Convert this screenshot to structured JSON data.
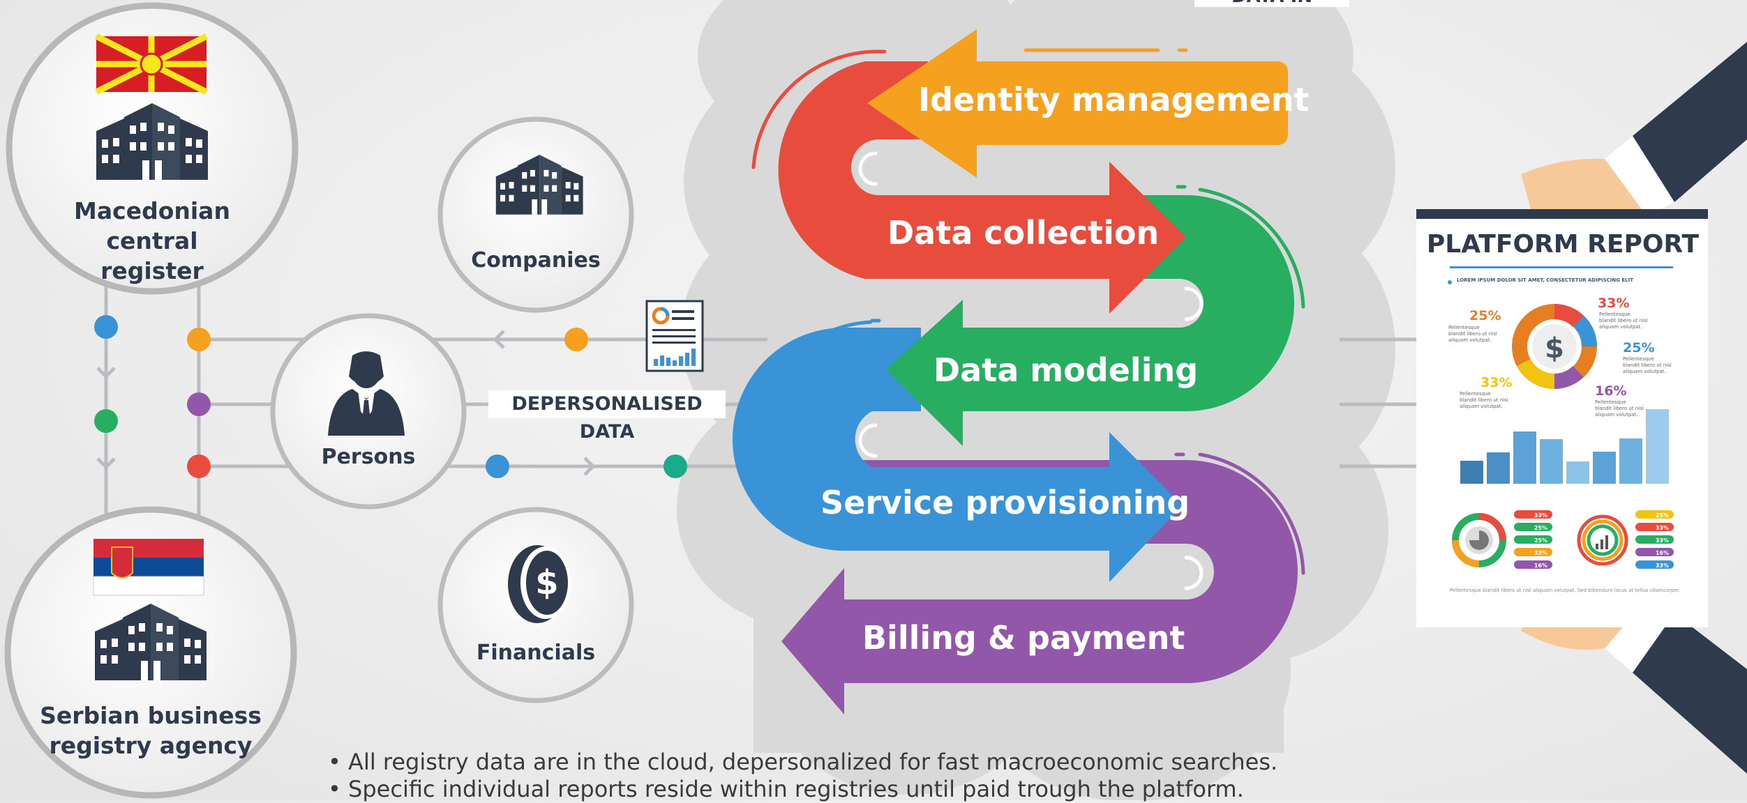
{
  "colors": {
    "orange": "#f5a01f",
    "red": "#e84c3d",
    "green": "#27ae60",
    "blue": "#3a93d6",
    "purple": "#9257a8",
    "navy": "#2f3b4c",
    "cloud": "#d9d9d9",
    "line": "#b9bcc0",
    "teal": "#1aab8a"
  },
  "cloud_caption": "DATA IN CLOUD",
  "registries": {
    "macedonia": {
      "label_line1": "Macedonian central",
      "label_line2": "register",
      "flag": "macedonia-flag"
    },
    "serbia": {
      "label_line1": "Serbian business",
      "label_line2": "registry agency",
      "flag": "serbia-flag"
    }
  },
  "entities": {
    "companies": "Companies",
    "persons": "Persons",
    "financials": "Financials"
  },
  "depersonalised_label": "DEPERSONALISED DATA",
  "steps": [
    {
      "label": "Identity management",
      "color": "#f5a01f"
    },
    {
      "label": "Data collection",
      "color": "#e84c3d"
    },
    {
      "label": "Data modeling",
      "color": "#27ae60"
    },
    {
      "label": "Service provisioning",
      "color": "#3a93d6"
    },
    {
      "label": "Billing & payment",
      "color": "#9257a8"
    }
  ],
  "report": {
    "title": "PLATFORM REPORT",
    "subtitle": "LOREM IPSUM DOLOR SIT AMET, CONSECTETUR ADIPISCING ELIT",
    "percentages": [
      {
        "value": "25%",
        "color": "#e67e22"
      },
      {
        "value": "33%",
        "color": "#e84c3d"
      },
      {
        "value": "25%",
        "color": "#3a93d6"
      },
      {
        "value": "33%",
        "color": "#f1c40f"
      },
      {
        "value": "16%",
        "color": "#9257a8"
      }
    ],
    "note": "Pellentesque blandit libero ut nisl aliquam volutpat.",
    "legend_left": [
      "33%",
      "25%",
      "25%",
      "33%",
      "16%"
    ],
    "legend_right": [
      "25%",
      "33%",
      "33%",
      "16%",
      "33%"
    ],
    "footer": "Pellentesque blandit libero ut nisl aliquam volutpat. Sed bibendum lacus at tellus ullamcorper."
  },
  "bullets": [
    "• All registry data are in the cloud, depersonalized for fast macroeconomic searches.",
    "• Specific individual reports reside within registries until paid trough the platform."
  ]
}
